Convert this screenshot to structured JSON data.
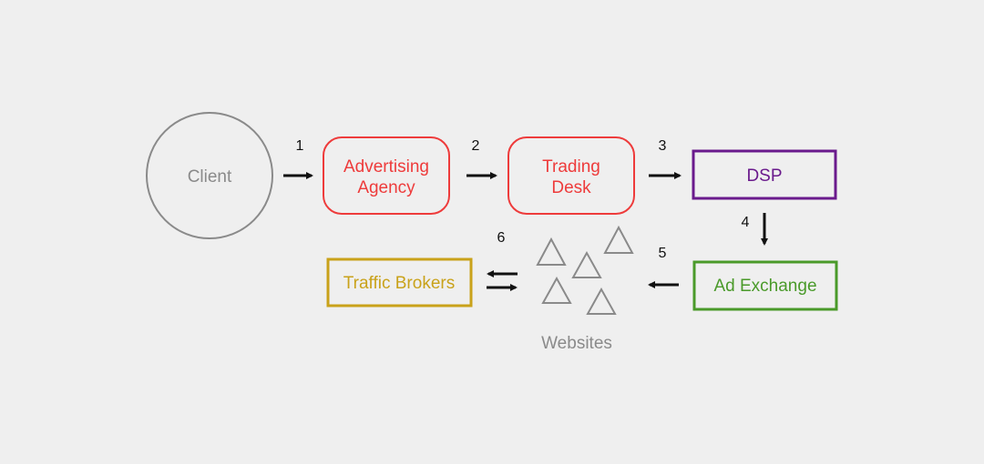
{
  "colors": {
    "background": "#efefef",
    "client": "#8a8a8a",
    "advertising_agency": "#ee3b3b",
    "trading_desk": "#ee3b3b",
    "dsp": "#6a1a8c",
    "ad_exchange": "#4a9a2a",
    "traffic_brokers": "#c9a21a",
    "websites": "#8a8a8a",
    "arrow": "#111111"
  },
  "nodes": {
    "client": "Client",
    "advertising_agency": [
      "Advertising",
      "Agency"
    ],
    "trading_desk": [
      "Trading",
      "Desk"
    ],
    "dsp": "DSP",
    "ad_exchange": "Ad Exchange",
    "traffic_brokers": "Traffic Brokers",
    "websites": "Websites"
  },
  "steps": [
    "1",
    "2",
    "3",
    "4",
    "5",
    "6"
  ]
}
